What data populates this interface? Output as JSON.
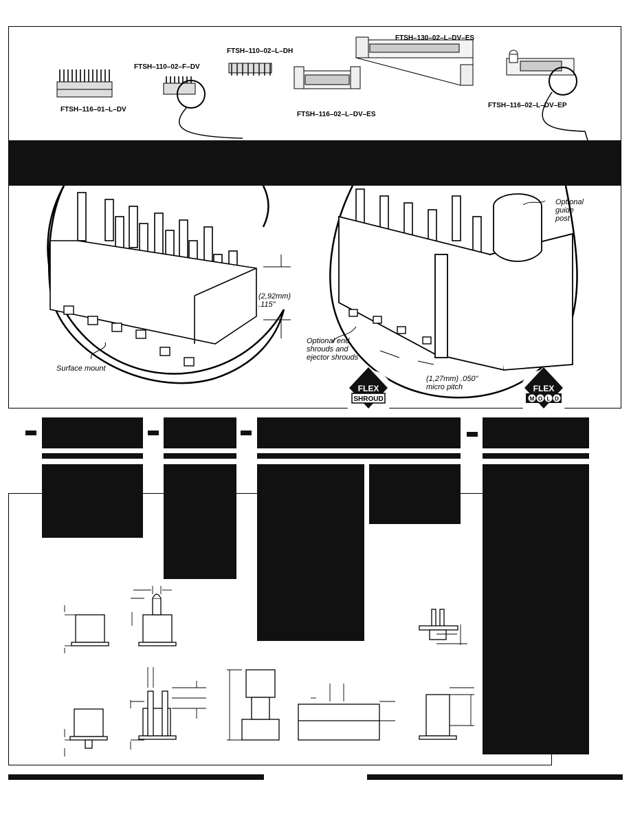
{
  "header_panel": {
    "parts": [
      {
        "id": "p1",
        "label": "FTSH–116–01–L–DV"
      },
      {
        "id": "p2",
        "label": "FTSH–110–02–F–DV"
      },
      {
        "id": "p3",
        "label": "FTSH–110–02–L–DH"
      },
      {
        "id": "p4",
        "label": "FTSH–116–02–L–DV–ES"
      },
      {
        "id": "p5",
        "label": "FTSH–130–02–L–DV–ES"
      },
      {
        "id": "p6",
        "label": "FTSH–116–02–L–DV–EP"
      }
    ]
  },
  "callouts": {
    "left": {
      "height_metric": "(2,92mm)",
      "height_inch": ".115\"",
      "surface_mount": "Surface mount"
    },
    "right": {
      "guide_post": [
        "Optional",
        "guide",
        "post"
      ],
      "end_shrouds": [
        "Optional end",
        "shrouds and",
        "ejector shrouds"
      ],
      "pitch_metric": "(1,27mm) .050\"",
      "pitch_text": "micro pitch"
    }
  },
  "logos": {
    "flex_shroud": {
      "top": "FLEX",
      "bottom": "SHROUD"
    },
    "flex_mold": {
      "top": "FLEX",
      "letters": [
        "M",
        "O",
        "L",
        "D"
      ]
    }
  }
}
